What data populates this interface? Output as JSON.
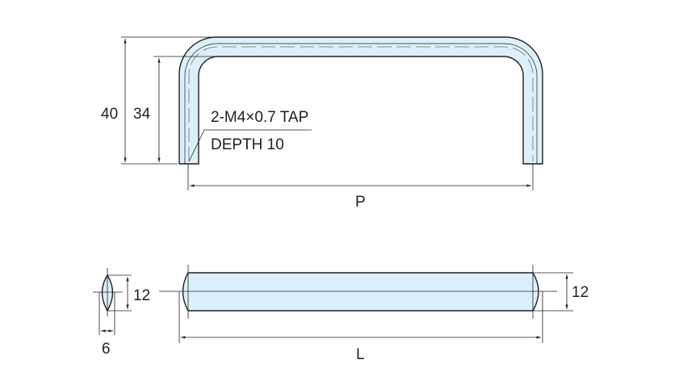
{
  "front_view": {
    "height_outer": "40",
    "height_inner": "34",
    "tap_note_line1": "2-M4×0.7 TAP",
    "tap_note_line2": "DEPTH 10",
    "pitch_label": "P"
  },
  "side_view": {
    "section_height": "12",
    "section_width": "6"
  },
  "top_view": {
    "bar_height": "12",
    "length_label": "L"
  },
  "colors": {
    "fill": "#dcf0fb",
    "line": "#231f20"
  }
}
